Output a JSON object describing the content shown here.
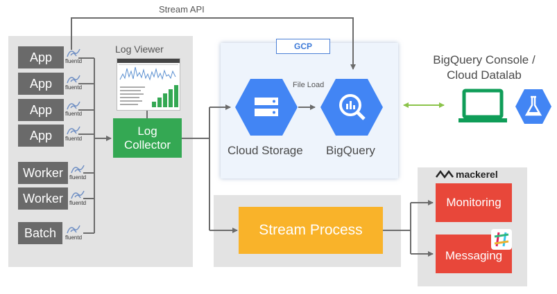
{
  "stream_api_label": "Stream API",
  "log_viewer_label": "Log Viewer",
  "gcp_label": "GCP",
  "file_load_label": "File Load",
  "sources": [
    "App",
    "App",
    "App",
    "App",
    "Worker",
    "Worker",
    "Batch"
  ],
  "fluentd_label": "fluentd",
  "log_collector": [
    "Log",
    "Collector"
  ],
  "cloud_storage_label": "Cloud Storage",
  "bigquery_label": "BigQuery",
  "console_label": [
    "BigQuery Console /",
    "Cloud Datalab"
  ],
  "stream_process_label": "Stream Process",
  "mackerel_label": "mackerel",
  "monitoring_label": "Monitoring",
  "messaging_label": "Messaging",
  "colors": {
    "node_gray": "#6a6a6a",
    "collector_green": "#34a853",
    "gcp_blue": "#4285f4",
    "stream_orange": "#f9b32a",
    "alert_red": "#e8473a",
    "link_green": "#8bc34a",
    "console_green": "#0f9d58"
  }
}
